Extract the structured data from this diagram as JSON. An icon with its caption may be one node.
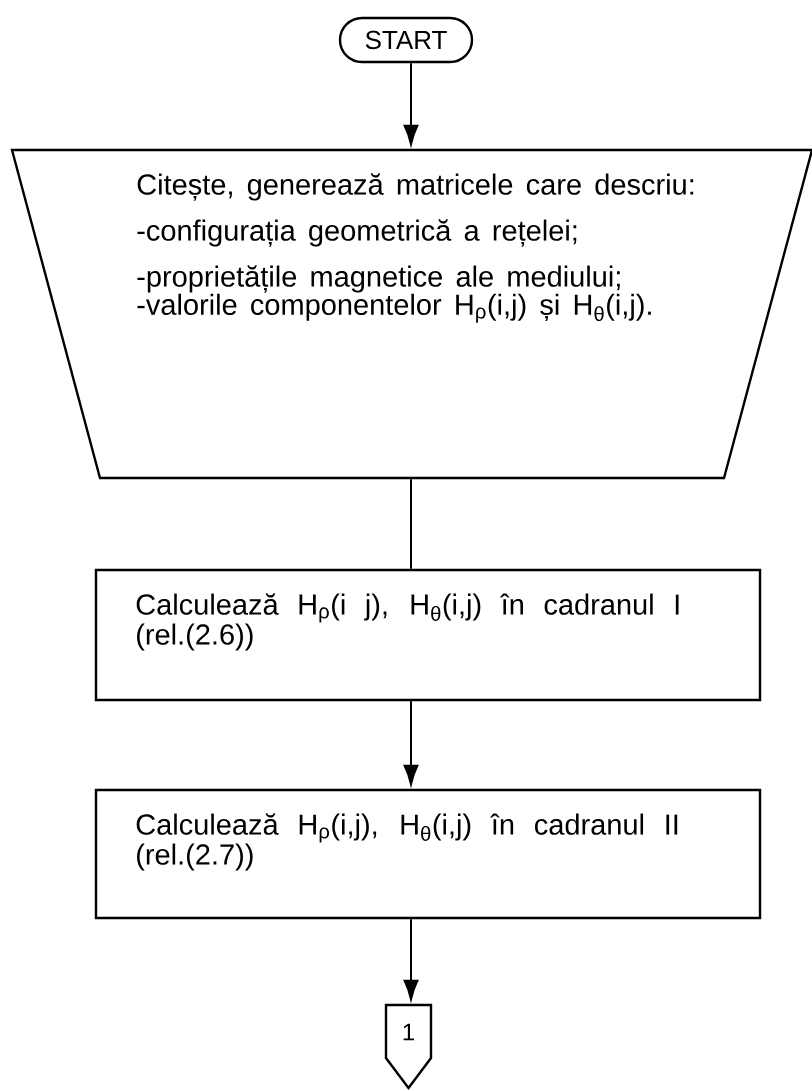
{
  "diagram": {
    "nodes": [
      {
        "text": [
          "START"
        ]
      },
      {
        "text": [
          "Citește, generează matricele care descriu:",
          "-configurația geometrică a rețelei;",
          "-proprietățile magnetice ale mediului;",
          "-valorile componentelor H$_{ρ}$(i,j) și H$_{θ}$(i,j)."
        ]
      },
      {
        "text": [
          "Calculează H$_{ρ}$(i j), H$_{θ}$(i,j) în cadranul I (rel.(2.6))"
        ]
      },
      {
        "text": [
          "Calculează H$_{ρ}$(i,j), H$_{θ}$(i,j) în cadranul II (rel.(2.7))"
        ]
      },
      {
        "text": [
          "1"
        ]
      }
    ],
    "edges": [
      {
        "from": 0,
        "to": 1,
        "arrow": "to"
      },
      {
        "from": 1,
        "to": 2,
        "arrow": "none"
      },
      {
        "from": 2,
        "to": 3,
        "arrow": "to"
      },
      {
        "from": 3,
        "to": 4,
        "arrow": "to"
      }
    ]
  }
}
